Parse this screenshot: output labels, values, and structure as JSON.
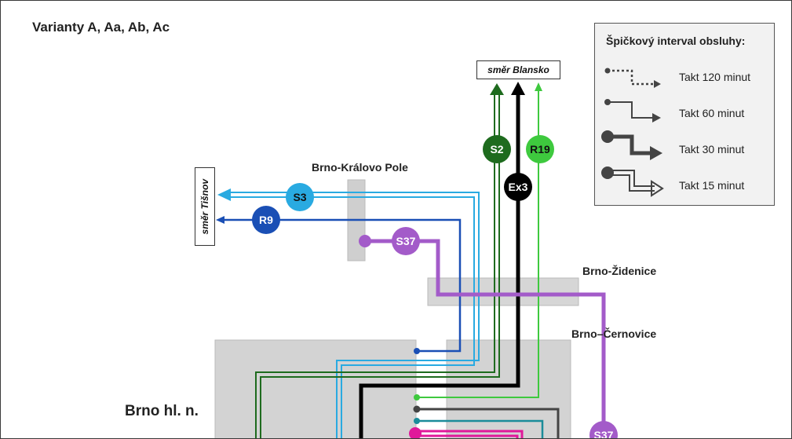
{
  "title": "Varianty A, Aa, Ab, Ac",
  "directions": {
    "blansko": "směr Blansko",
    "tisnov": "směr Tišnov"
  },
  "stations": {
    "kralovo_pole": "Brno-Královo Pole",
    "zidenice": "Brno-Židenice",
    "cernovice": "Brno–Černovice",
    "hl_n": "Brno hl. n."
  },
  "legend": {
    "title": "Špičkový interval obsluhy:",
    "items": [
      "Takt 120 minut",
      "Takt 60 minut",
      "Takt 30 minut",
      "Takt 15 minut"
    ]
  },
  "lines": [
    {
      "label": "S2",
      "color": "#1e6b1e"
    },
    {
      "label": "R19",
      "color": "#3ec93e"
    },
    {
      "label": "Ex3",
      "color": "#000000"
    },
    {
      "label": "S3",
      "color": "#29aae1"
    },
    {
      "label": "R9",
      "color": "#1a4fb5"
    },
    {
      "label": "S37",
      "color": "#a35bc9"
    },
    {
      "label": "S37",
      "color": "#a35bc9"
    }
  ],
  "colors": {
    "magenta": "#e0189a",
    "teal": "#1b8c9a",
    "darkgray": "#444444",
    "block": "#cfcfcf"
  }
}
